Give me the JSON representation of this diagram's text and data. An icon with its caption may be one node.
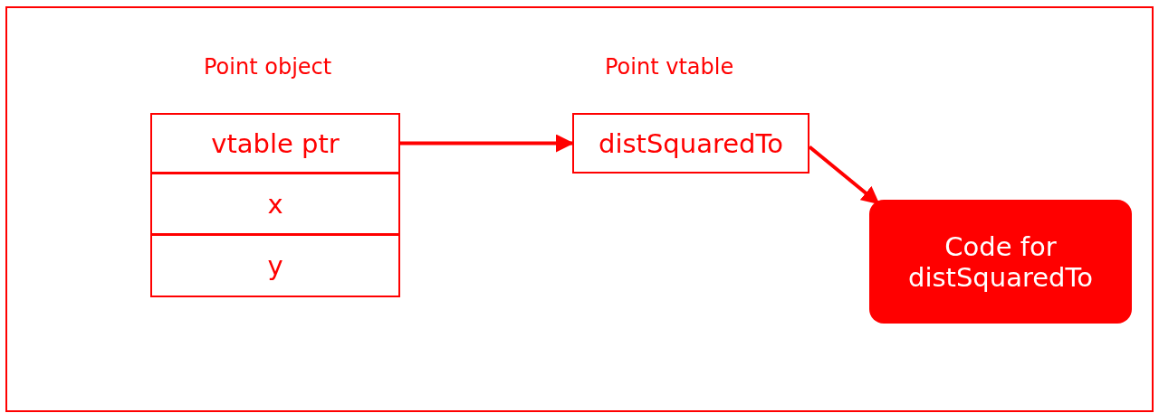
{
  "diagram": {
    "nodes": [
      {
        "text": [
          "vtable ptr"
        ]
      },
      {
        "text": [
          "x"
        ]
      },
      {
        "text": [
          "y"
        ]
      },
      {
        "text": [
          "distSquaredTo"
        ]
      },
      {
        "text": [
          "Code for distSquaredTo"
        ]
      }
    ],
    "edges": [
      {
        "from": 0,
        "to": 3,
        "arrow": "to"
      },
      {
        "from": 3,
        "to": 4,
        "arrow": "to"
      }
    ],
    "labels": [
      "Point object",
      "Point vtable"
    ]
  }
}
